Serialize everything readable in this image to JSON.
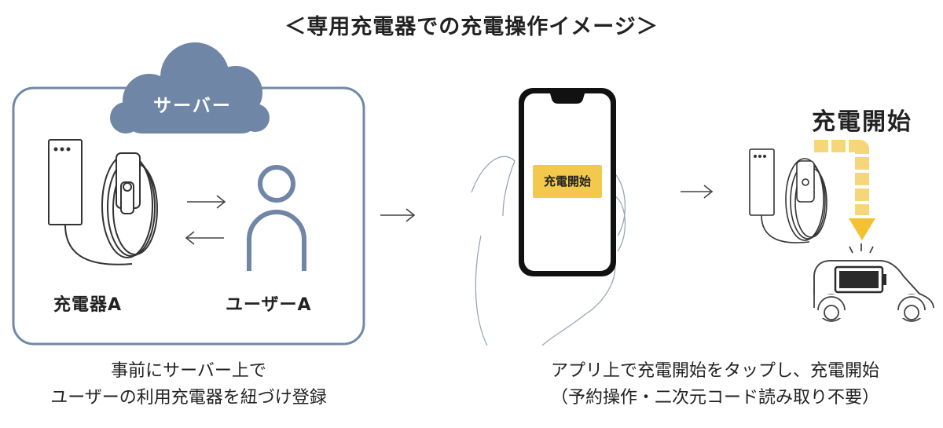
{
  "title": "＜専用充電器での充電操作イメージ＞",
  "server_label": "サーバー",
  "charger_label": "充電器A",
  "user_label": "ユーザーA",
  "left_caption": {
    "line1": "事前にサーバー上で",
    "line2": "ユーザーの利用充電器を紐づけ登録"
  },
  "app_button_label": "充電開始",
  "charging_start_label": "充電開始",
  "right_caption": {
    "line1": "アプリ上で充電開始をタップし、充電開始",
    "line2": "（予約操作・二次元コード読み取り不要）"
  },
  "colors": {
    "box_border": "#7088a8",
    "cloud": "#6f86a6",
    "user_icon": "#6f86a6",
    "accent_yellow": "#f2c94c",
    "arrow_yellow": "#f5d77a",
    "battery": "#2b2b2b"
  }
}
